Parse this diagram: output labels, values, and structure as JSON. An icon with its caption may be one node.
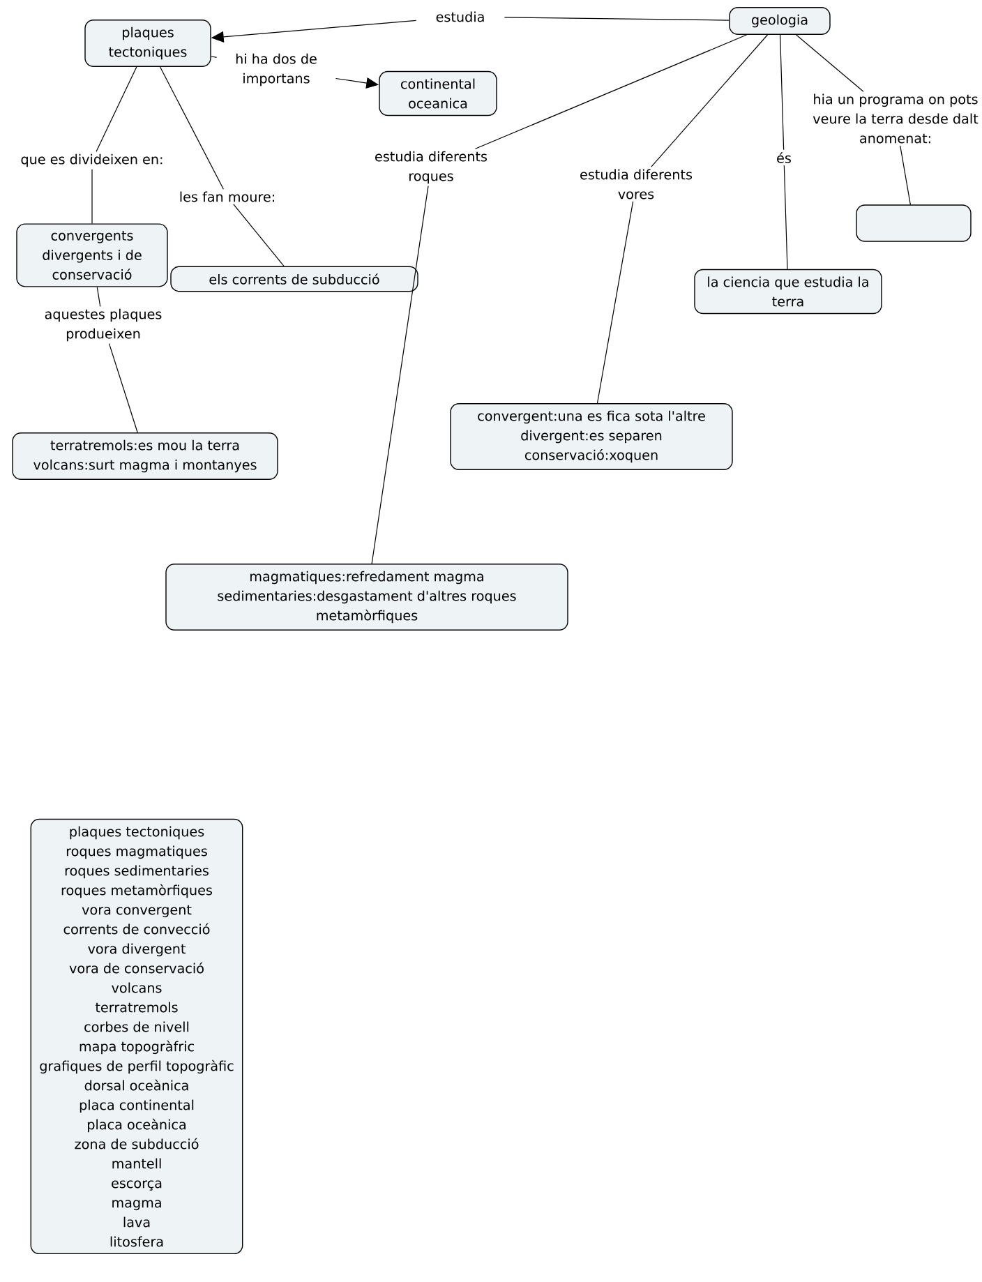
{
  "diagram": {
    "nodes": [
      {
        "text": [
          "geologia"
        ]
      },
      {
        "text": [
          "estudia"
        ]
      },
      {
        "text": [
          "plaques tectoniques"
        ]
      },
      {
        "text": [
          "hi ha dos de importans"
        ]
      },
      {
        "text": [
          "continental oceanica"
        ]
      },
      {
        "text": [
          "estudia diferents roques"
        ]
      },
      {
        "text": [
          "estudia diferents vores"
        ]
      },
      {
        "text": [
          "és"
        ]
      },
      {
        "text": [
          "hia un programa on pots veure la terra desde dalt anomenat:"
        ]
      },
      {
        "text": [],
        "shape": "box"
      },
      {
        "text": [
          "que es divideixen en:"
        ]
      },
      {
        "text": [
          "les fan moure:"
        ]
      },
      {
        "text": [
          "convergents divergents i de conservació"
        ]
      },
      {
        "text": [
          "els corrents de subducció"
        ]
      },
      {
        "text": [
          "la ciencia que estudia la terra"
        ]
      },
      {
        "text": [
          "aquestes plaques produeixen"
        ]
      },
      {
        "text": [
          "convergent:una es fica sota l'altre divergent:es separen conservació:xoquen"
        ]
      },
      {
        "text": [
          "terratremols:es mou la terra volcans:surt magma i montanyes"
        ]
      },
      {
        "text": [
          "magmatiques:refredament magma sedimentaries:desgastament d'altres roques metamòrfiques"
        ]
      },
      {
        "text": [
          "plaques tectoniques",
          "roques magmatiques",
          "roques sedimentaries",
          "roques metamòrfiques",
          "vora convergent",
          "corrents de convecció",
          "vora divergent",
          "vora de conservació",
          "volcans",
          "terratremols",
          "corbes de nivell",
          "mapa topogràfric",
          "grafiques de perfil topogràfic",
          "dorsal oceànica",
          "placa continental",
          "placa oceànica",
          "zona de subducció",
          "mantell",
          "escorça",
          "magma",
          "lava",
          "litosfera"
        ]
      }
    ],
    "edges": [
      {
        "from": 0,
        "to": 1,
        "arrow": "none"
      },
      {
        "from": 1,
        "to": 2,
        "arrow": "to"
      },
      {
        "from": 2,
        "to": 3,
        "arrow": "none"
      },
      {
        "from": 3,
        "to": 4,
        "arrow": "to"
      },
      {
        "from": 0,
        "to": 5,
        "arrow": "none"
      },
      {
        "from": 5,
        "to": 18,
        "arrow": "none"
      },
      {
        "from": 0,
        "to": 6,
        "arrow": "none"
      },
      {
        "from": 6,
        "to": 16,
        "arrow": "none"
      },
      {
        "from": 0,
        "to": 7,
        "arrow": "none"
      },
      {
        "from": 7,
        "to": 14,
        "arrow": "none"
      },
      {
        "from": 0,
        "to": 8,
        "arrow": "none"
      },
      {
        "from": 8,
        "to": 9,
        "arrow": "none"
      },
      {
        "from": 2,
        "to": 10,
        "arrow": "none"
      },
      {
        "from": 10,
        "to": 12,
        "arrow": "none"
      },
      {
        "from": 2,
        "to": 11,
        "arrow": "none"
      },
      {
        "from": 11,
        "to": 13,
        "arrow": "none"
      },
      {
        "from": 12,
        "to": 15,
        "arrow": "none"
      },
      {
        "from": 15,
        "to": 17,
        "arrow": "none"
      }
    ]
  }
}
